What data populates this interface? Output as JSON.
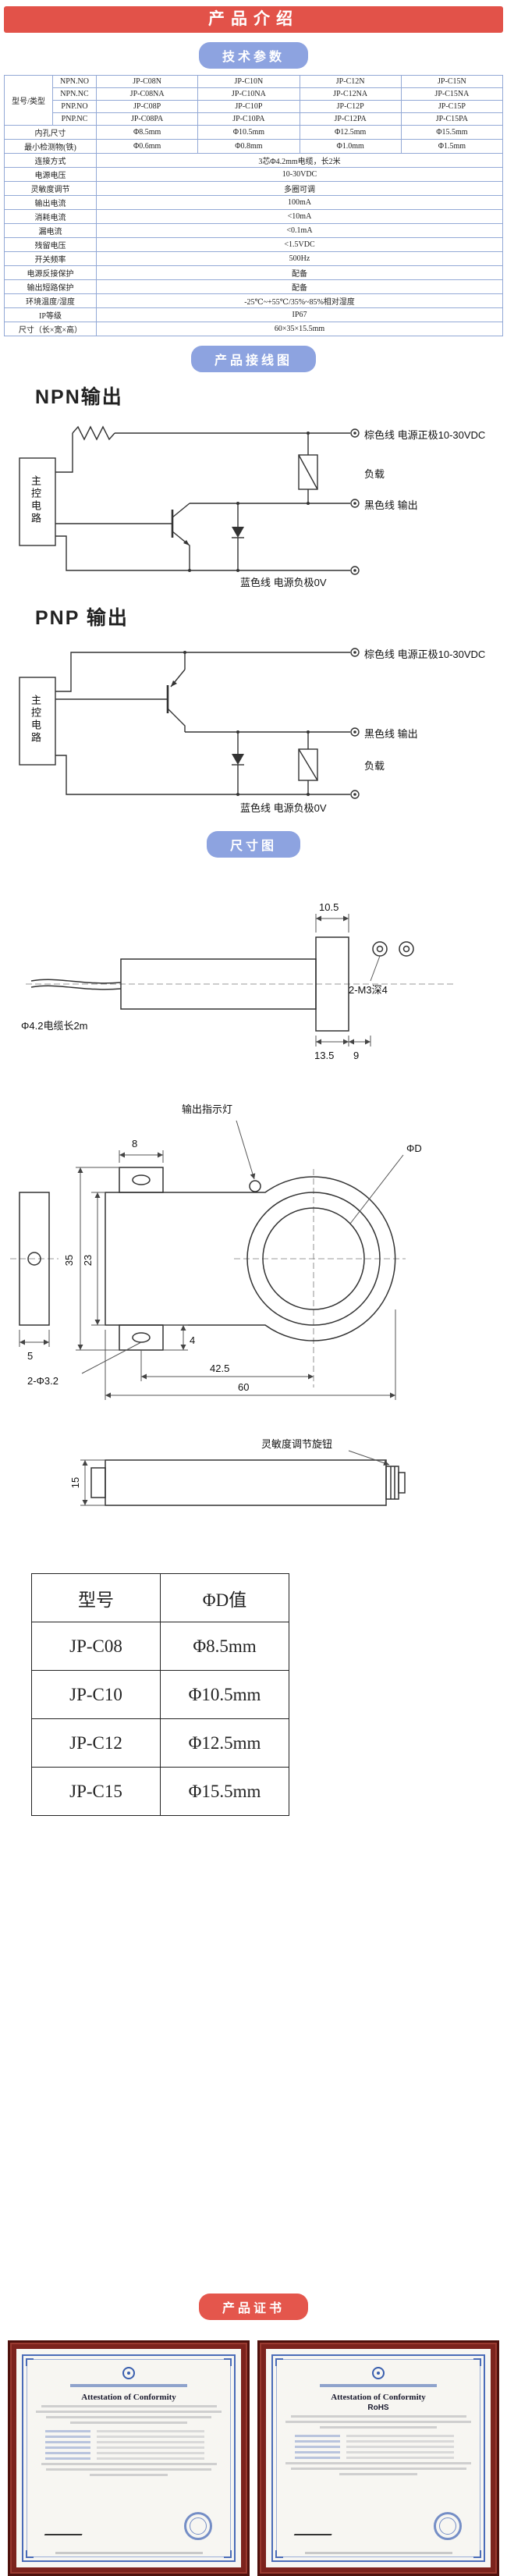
{
  "banner": {
    "title": "产品介绍"
  },
  "badges": {
    "tech": "技术参数",
    "wiring": "产品接线图",
    "dims": "尺寸图",
    "certs": "产品证书"
  },
  "spec_table": {
    "model_label": "型号/类型",
    "model_rows": [
      {
        "type": "NPN.NO",
        "m1": "JP-C08N",
        "m2": "JP-C10N",
        "m3": "JP-C12N",
        "m4": "JP-C15N"
      },
      {
        "type": "NPN.NC",
        "m1": "JP-C08NA",
        "m2": "JP-C10NA",
        "m3": "JP-C12NA",
        "m4": "JP-C15NA"
      },
      {
        "type": "PNP.NO",
        "m1": "JP-C08P",
        "m2": "JP-C10P",
        "m3": "JP-C12P",
        "m4": "JP-C15P"
      },
      {
        "type": "PNP.NC",
        "m1": "JP-C08PA",
        "m2": "JP-C10PA",
        "m3": "JP-C12PA",
        "m4": "JP-C15PA"
      }
    ],
    "rows4": [
      {
        "label": "内孔尺寸",
        "v1": "Φ8.5mm",
        "v2": "Φ10.5mm",
        "v3": "Φ12.5mm",
        "v4": "Φ15.5mm"
      },
      {
        "label": "最小检测物(铁)",
        "v1": "Φ0.6mm",
        "v2": "Φ0.8mm",
        "v3": "Φ1.0mm",
        "v4": "Φ1.5mm"
      }
    ],
    "rows_full": [
      {
        "label": "连接方式",
        "value": "3芯Φ4.2mm电缆，长2米"
      },
      {
        "label": "电源电压",
        "value": "10-30VDC"
      },
      {
        "label": "灵敏度调节",
        "value": "多圈可调"
      },
      {
        "label": "输出电流",
        "value": "100mA"
      },
      {
        "label": "消耗电流",
        "value": "<10mA"
      },
      {
        "label": "漏电流",
        "value": "<0.1mA"
      },
      {
        "label": "残留电压",
        "value": "<1.5VDC"
      },
      {
        "label": "开关频率",
        "value": "500Hz"
      },
      {
        "label": "电源反接保护",
        "value": "配备"
      },
      {
        "label": "输出短路保护",
        "value": "配备"
      },
      {
        "label": "环境温度/湿度",
        "value": "-25℃~+55℃/35%~85%相对湿度"
      },
      {
        "label": "IP等级",
        "value": "IP67"
      },
      {
        "label": "尺寸（长×宽×高）",
        "value": "60×35×15.5mm"
      }
    ]
  },
  "wiring": {
    "npn_title": "NPN输出",
    "pnp_title": "PNP 输出",
    "control_box": "主控电路",
    "brown_label": "棕色线 电源正极10-30VDC",
    "black_label": "黑色线 输出",
    "blue_label": "蓝色线 电源负极0V",
    "load_label": "负载"
  },
  "dims": {
    "top_view": {
      "w_head": "10.5",
      "cable": "Φ4.2电缆长2m",
      "w1": "13.5",
      "w2": "9",
      "holes": "2-M3深4"
    },
    "front_view": {
      "tab_w": "8",
      "indicator": "输出指示灯",
      "phi_d": "ΦD",
      "h_outer": "35",
      "h_inner": "23",
      "tab_holes": "2-Φ3.2",
      "tab_t": "4",
      "len_center": "42.5",
      "len_total": "60",
      "side_t": "5"
    },
    "side_view": {
      "knob": "灵敏度调节旋钮",
      "h": "15"
    },
    "phid_table": {
      "col1": "型号",
      "col2": "ΦD值",
      "rows": [
        {
          "model": "JP-C08",
          "d": "Φ8.5mm"
        },
        {
          "model": "JP-C10",
          "d": "Φ10.5mm"
        },
        {
          "model": "JP-C12",
          "d": "Φ12.5mm"
        },
        {
          "model": "JP-C15",
          "d": "Φ15.5mm"
        }
      ]
    }
  },
  "certs": {
    "left": {
      "title": "Attestation of Conformity"
    },
    "right": {
      "title": "Attestation of Conformity",
      "subtitle": "RoHS"
    }
  }
}
